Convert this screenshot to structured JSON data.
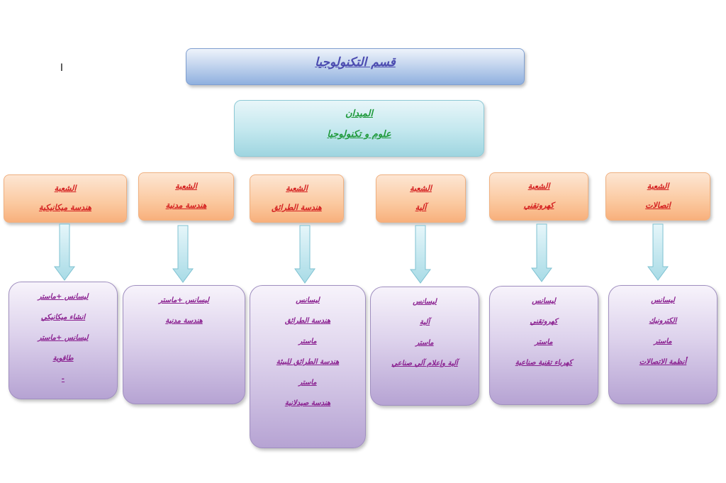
{
  "marker": "ا",
  "title": "قسم التكنولوجيا",
  "field": {
    "label": "الميدان",
    "name": "علوم و تكنولوجيا"
  },
  "branches": [
    {
      "label": "الشعبة",
      "name": "هندسة ميكانيكية",
      "programs": [
        "ليسانس +ماستر",
        "انشاء ميكانيكي",
        "ليسانس +ماستر",
        "طاقوية",
        "-"
      ]
    },
    {
      "label": "الشعبة",
      "name": "هندسة مدنية",
      "programs": [
        "ليسانس +ماستر",
        "هندسة مدنية"
      ]
    },
    {
      "label": "الشعبة",
      "name": "هندسة الطرائق",
      "programs": [
        "ليسانس",
        "هندسة الطرائق",
        "ماستر",
        "هندسة الطرائق للبيئة",
        "ماستر",
        "هندسة صيدلانية"
      ]
    },
    {
      "label": "الشعبة",
      "name": "آلية",
      "programs": [
        "ليسانس",
        "آلية",
        "ماستر",
        "آلية وإعلام آلي صناعي"
      ]
    },
    {
      "label": "الشعبة",
      "name": "كهروتقني",
      "programs": [
        "ليسانس",
        "كهروتقني",
        "ماستر",
        "كهرباء تقنية صناعية"
      ]
    },
    {
      "label": "الشعبة",
      "name": "اتصالات",
      "programs": [
        "ليسانس",
        "الكترونيك",
        "ماستر",
        "أنظمة الاتصالات"
      ]
    }
  ],
  "colors": {
    "branch_text": "#d42020",
    "program_text": "#8a2090",
    "field_text": "#1f9a3c",
    "title_text": "#4b4bb0"
  }
}
